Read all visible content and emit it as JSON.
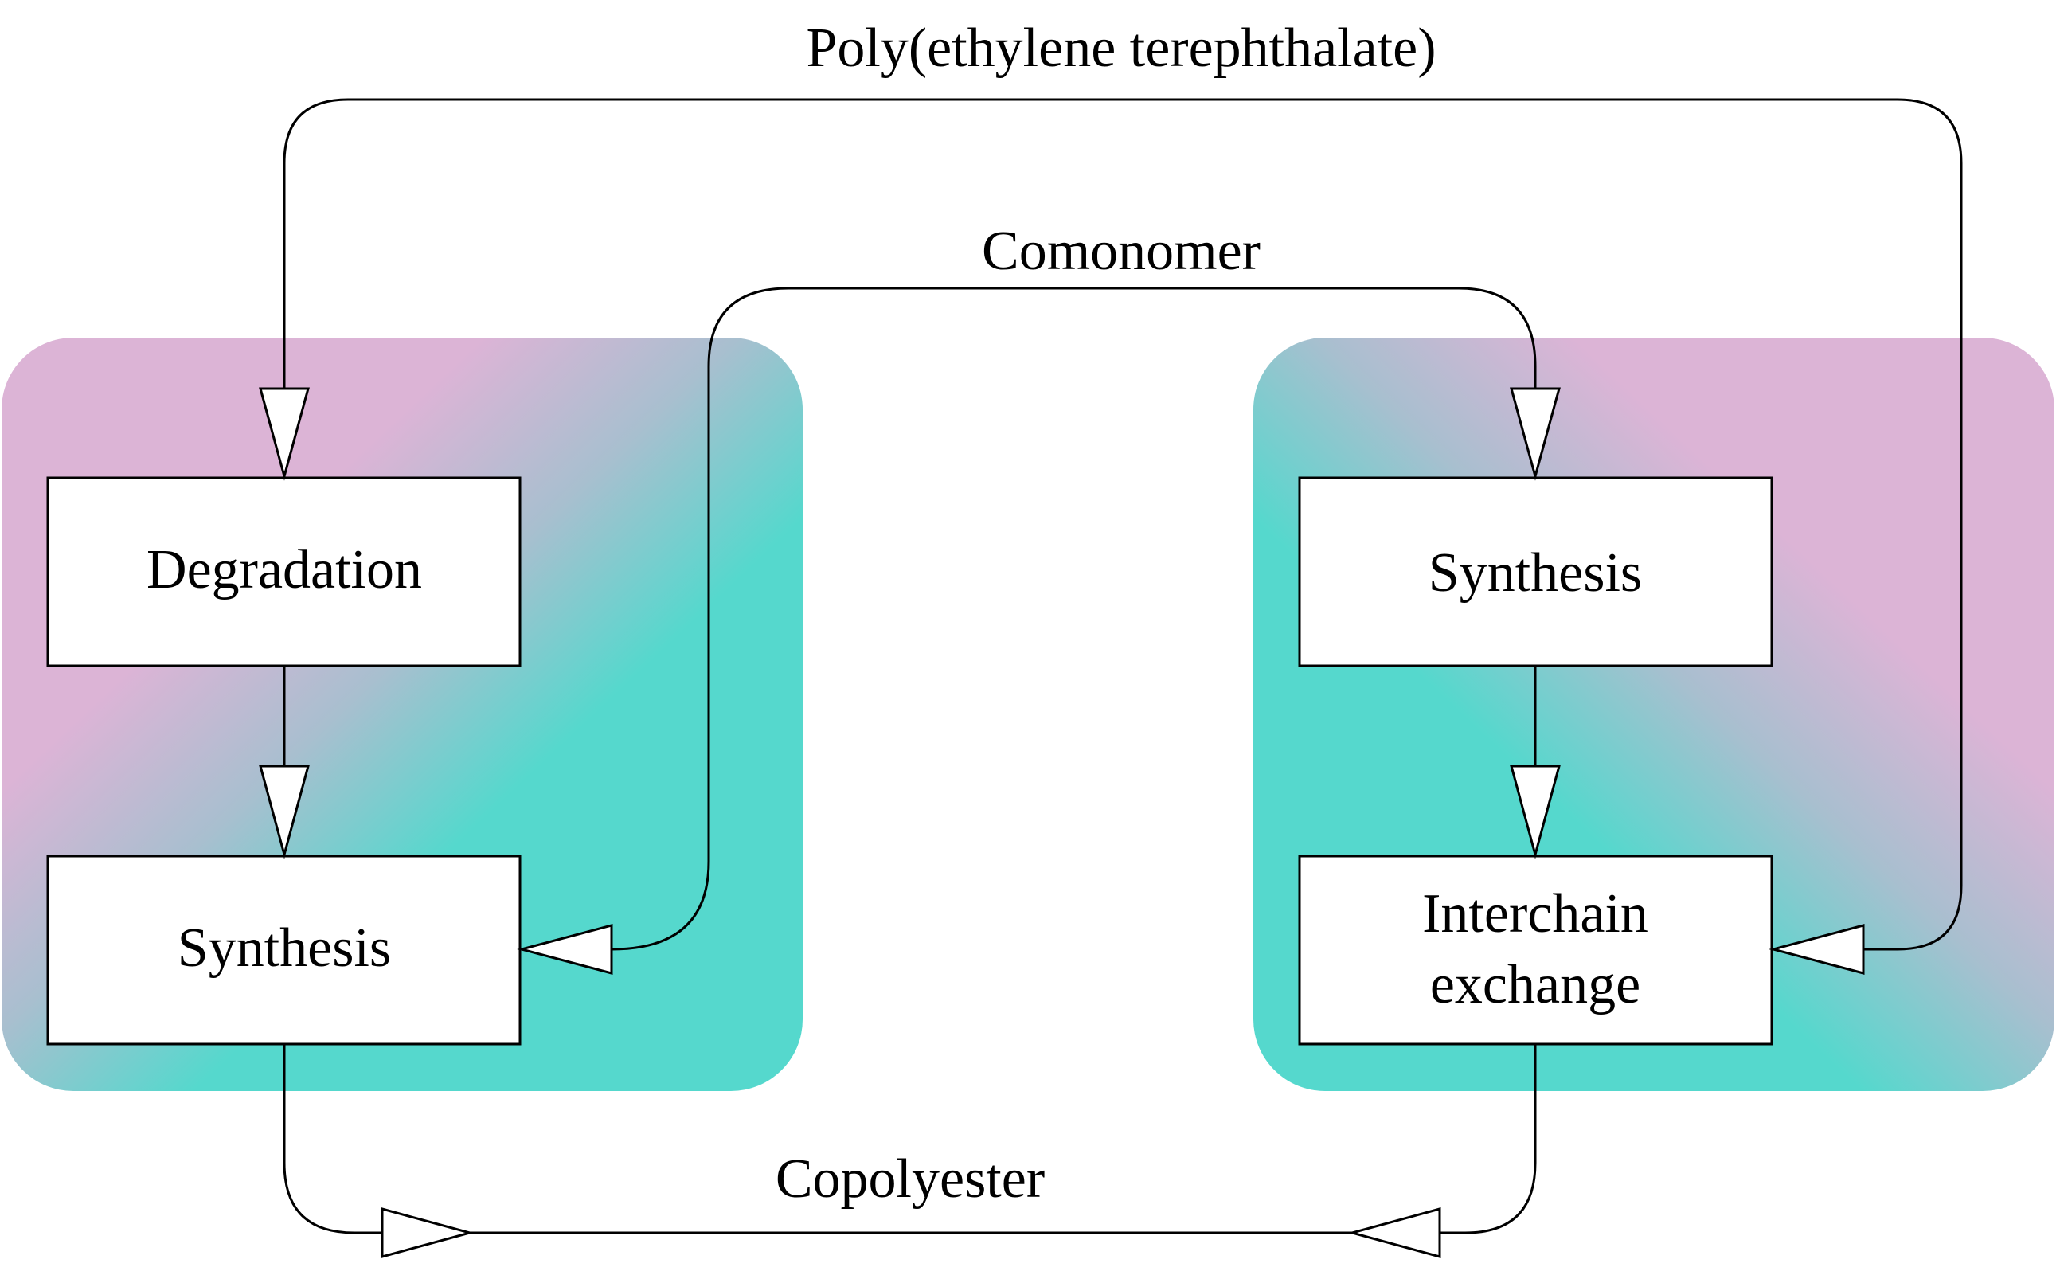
{
  "diagram": {
    "labels": {
      "pet": "Poly(ethylene terephthalate)",
      "comonomer": "Comonomer",
      "copolyester": "Copolyester"
    },
    "left_panel": {
      "top_box": "Degradation",
      "bottom_box": "Synthesis"
    },
    "right_panel": {
      "top_box": "Synthesis",
      "bottom_box_line1": "Interchain",
      "bottom_box_line2": "exchange"
    },
    "colors": {
      "pink": "#dcb4d6",
      "teal": "#55d8cd",
      "line": "#000000",
      "box_fill": "#ffffff"
    }
  }
}
